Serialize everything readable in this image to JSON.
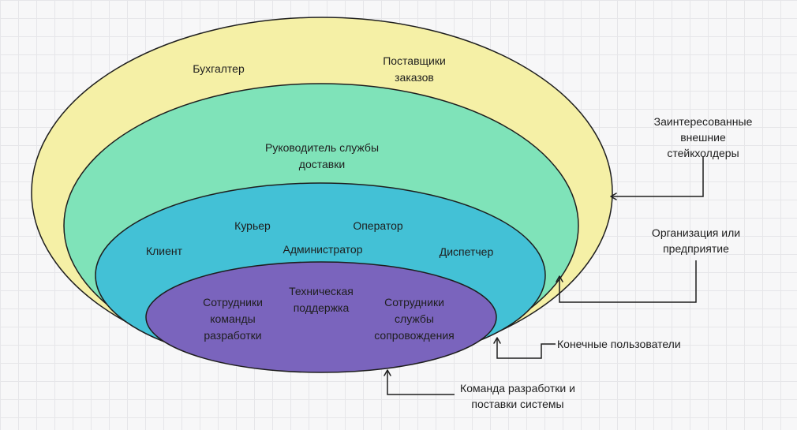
{
  "colors": {
    "outer_fill": "#f5f0a6",
    "organization_fill": "#7fe3b9",
    "end_users_fill": "#43c1d6",
    "dev_team_fill": "#7a64bd",
    "stroke": "#1e1e1e",
    "grid": "#e6e6e9",
    "background": "#f7f7f8"
  },
  "layers": {
    "external": {
      "labels": [
        "Бухгалтер",
        "Поставщики\nзаказов"
      ]
    },
    "organization": {
      "labels": [
        "Руководитель службы\nдоставки"
      ]
    },
    "end_users": {
      "labels": [
        "Курьер",
        "Оператор",
        "Клиент",
        "Администратор",
        "Диспетчер"
      ]
    },
    "dev_team": {
      "labels": [
        "Сотрудники\nкоманды\nразработки",
        "Техническая\nподдержка",
        "Сотрудники\nслужбы\nсопровождения"
      ]
    }
  },
  "legend": {
    "external": "Заинтересованные\nвнешние стейкхолдеры",
    "organization": "Организация или\nпредприятие",
    "end_users": "Конечные пользователи",
    "dev_team": "Команда разработки и\nпоставки системы"
  }
}
